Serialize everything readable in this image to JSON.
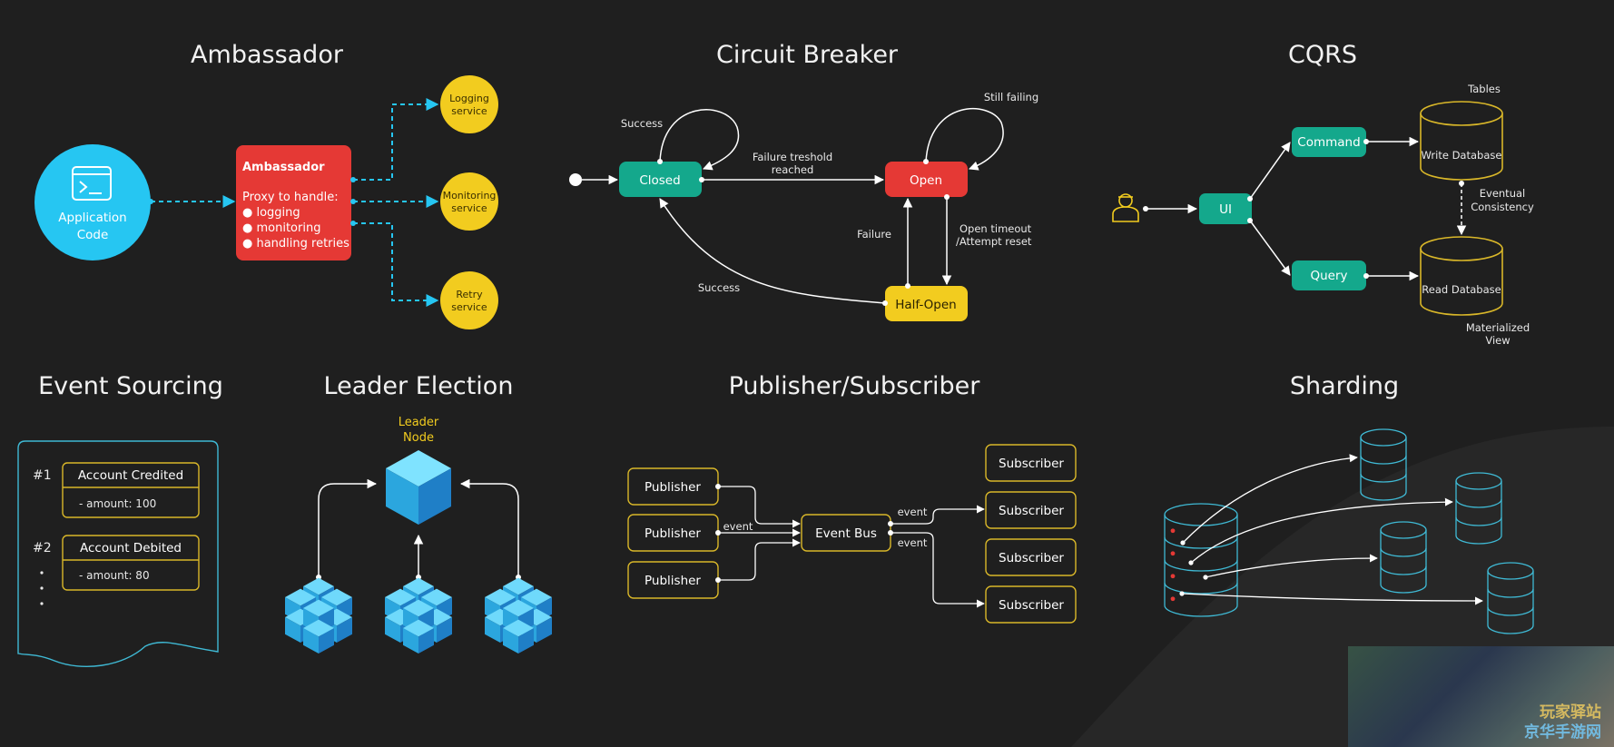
{
  "colors": {
    "background": "#1f1f1f",
    "cyan": "#26c6f2",
    "red": "#e53935",
    "yellow": "#f2cc1f",
    "teal": "#14a88c",
    "outline_yellow": "#d9b729",
    "panel_cyan": "#3fb9d4"
  },
  "ambassador": {
    "title": "Ambassador",
    "app": [
      "Application",
      "Code"
    ],
    "box_title": "Ambassador",
    "box_lines": [
      "Proxy to handle:",
      "● logging",
      "● monitoring",
      "● handling retries"
    ],
    "logging": [
      "Logging",
      "service"
    ],
    "monitoring": [
      "Monitoring",
      "service"
    ],
    "retry": [
      "Retry",
      "service"
    ]
  },
  "circuit": {
    "title": "Circuit Breaker",
    "closed": "Closed",
    "open": "Open",
    "half_open": "Half-Open",
    "success_top": "Success",
    "still_failing": "Still failing",
    "failure_threshold": [
      "Failure treshold",
      "reached"
    ],
    "failure": "Failure",
    "open_timeout": [
      "Open timeout",
      "/Attempt reset"
    ],
    "success_bottom": "Success"
  },
  "cqrs": {
    "title": "CQRS",
    "ui": "UI",
    "command": "Command",
    "query": "Query",
    "write_db": "Write Database",
    "read_db": "Read Database",
    "tables": "Tables",
    "eventual": [
      "Eventual",
      "Consistency"
    ],
    "materialized": [
      "Materialized",
      "View"
    ]
  },
  "event_sourcing": {
    "title": "Event Sourcing",
    "events": [
      {
        "num": "#1",
        "name": "Account Credited",
        "detail": "- amount: 100"
      },
      {
        "num": "#2",
        "name": "Account Debited",
        "detail": "- amount: 80"
      }
    ]
  },
  "leader": {
    "title": "Leader Election",
    "leader_label": [
      "Leader",
      "Node"
    ]
  },
  "pubsub": {
    "title": "Publisher/Subscriber",
    "publishers": [
      "Publisher",
      "Publisher",
      "Publisher"
    ],
    "bus": "Event Bus",
    "subscribers": [
      "Subscriber",
      "Subscriber",
      "Subscriber",
      "Subscriber"
    ],
    "event_in": "event",
    "event_out_top": "event",
    "event_out_bottom": "event"
  },
  "sharding": {
    "title": "Sharding"
  },
  "watermark": {
    "line1": "玩家驿站",
    "line2": "京华手游网"
  }
}
